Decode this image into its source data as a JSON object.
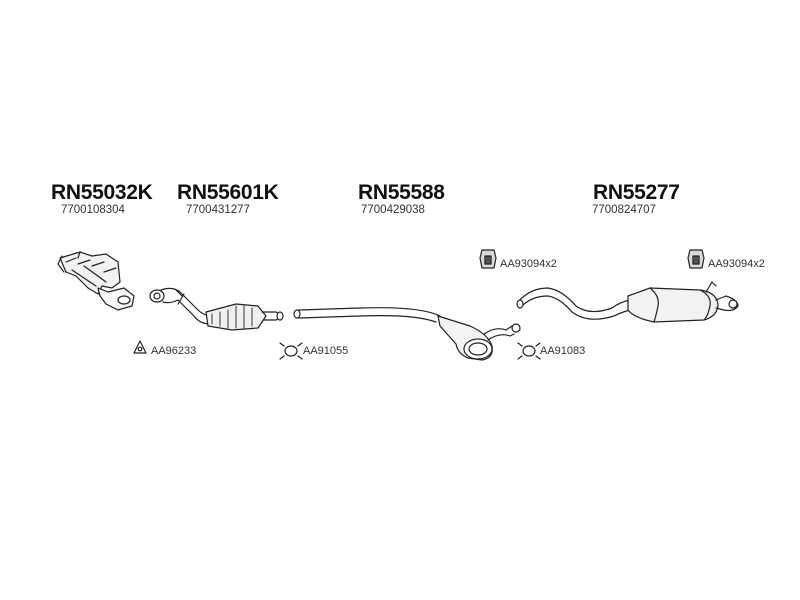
{
  "parts": [
    {
      "code": "RN55032K",
      "oem": "7700108304",
      "name": "exhaust-manifold"
    },
    {
      "code": "RN55601K",
      "oem": "7700431277",
      "name": "catalytic-converter"
    },
    {
      "code": "RN55588",
      "oem": "7700429038",
      "name": "middle-silencer"
    },
    {
      "code": "RN55277",
      "oem": "7700824707",
      "name": "rear-silencer"
    }
  ],
  "accessories": [
    {
      "label": "AA96233",
      "icon": "gasket-icon"
    },
    {
      "label": "AA91055",
      "icon": "clamp-icon"
    },
    {
      "label": "AA93094x2",
      "icon": "rubber-mount-icon"
    },
    {
      "label": "AA91083",
      "icon": "clamp-icon"
    },
    {
      "label": "AA93094x2",
      "icon": "rubber-mount-icon"
    }
  ]
}
